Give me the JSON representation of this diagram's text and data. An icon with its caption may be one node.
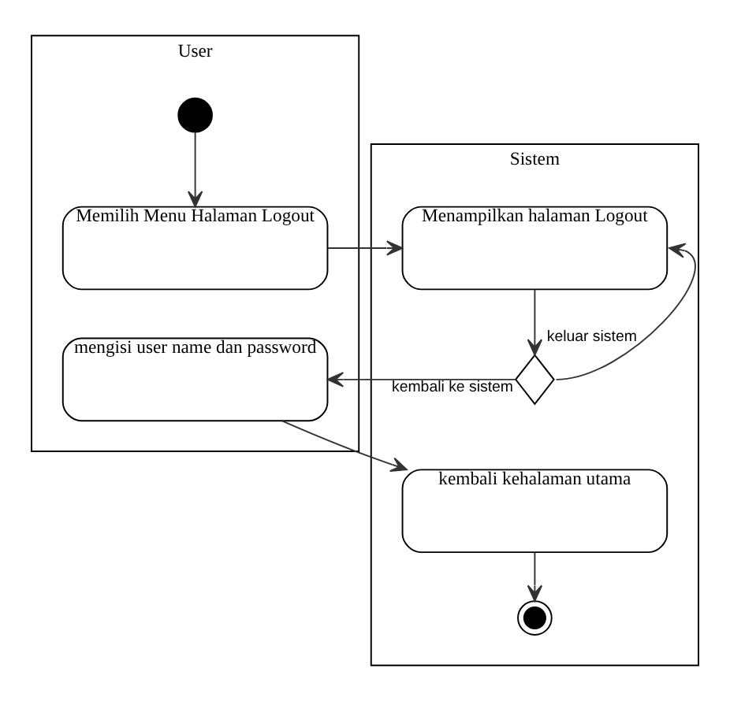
{
  "diagram": {
    "nodes": [
      {
        "text": [
          "User"
        ]
      },
      {
        "text": [
          "Sistem"
        ]
      },
      {
        "text": [],
        "shape": "circle",
        "in": 0
      },
      {
        "text": [
          "Memilih Menu Halaman Logout"
        ],
        "in": 0
      },
      {
        "text": [
          "Menampilkan halaman Logout"
        ],
        "in": 1
      },
      {
        "text": [],
        "shape": "diamond",
        "in": 1
      },
      {
        "text": [
          "mengisi user name dan password"
        ],
        "in": 0
      },
      {
        "text": [
          "kembali kehalaman utama"
        ],
        "in": 1
      },
      {
        "text": [],
        "shape": "circle",
        "in": 1
      }
    ],
    "edges": [
      {
        "from": 2,
        "to": 3,
        "arrow": "to"
      },
      {
        "from": 3,
        "to": 4,
        "arrow": "to"
      },
      {
        "from": 4,
        "to": 5,
        "arrow": "to"
      },
      {
        "from": 5,
        "to": 4,
        "arrow": "to",
        "label": "keluar sistem"
      },
      {
        "from": 5,
        "to": 6,
        "arrow": "to",
        "label": "kembali ke sistem"
      },
      {
        "from": 6,
        "to": 7,
        "arrow": "to"
      },
      {
        "from": 7,
        "to": 8,
        "arrow": "to"
      }
    ]
  }
}
